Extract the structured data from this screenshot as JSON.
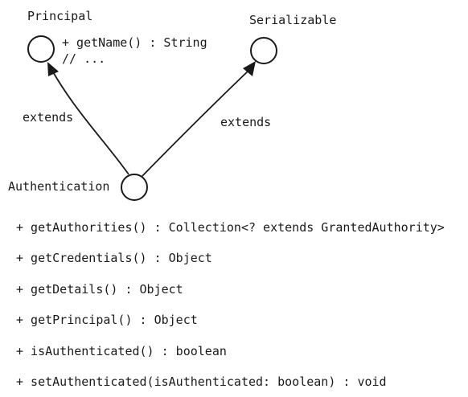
{
  "principal": {
    "name": "Principal",
    "members": [
      "+ getName() : String",
      "// ..."
    ]
  },
  "serializable": {
    "name": "Serializable"
  },
  "authentication": {
    "name": "Authentication",
    "methods": [
      "+ getAuthorities() : Collection<? extends GrantedAuthority>",
      "+ getCredentials() : Object",
      "+ getDetails() : Object",
      "+ getPrincipal() : Object",
      "+ isAuthenticated() : boolean",
      "+ setAuthenticated(isAuthenticated: boolean) : void"
    ]
  },
  "relations": [
    {
      "from": "Authentication",
      "to": "Principal",
      "label": "extends"
    },
    {
      "from": "Authentication",
      "to": "Serializable",
      "label": "extends"
    }
  ],
  "colors": {
    "stroke": "#1a1a1a",
    "background": "#ffffff"
  }
}
